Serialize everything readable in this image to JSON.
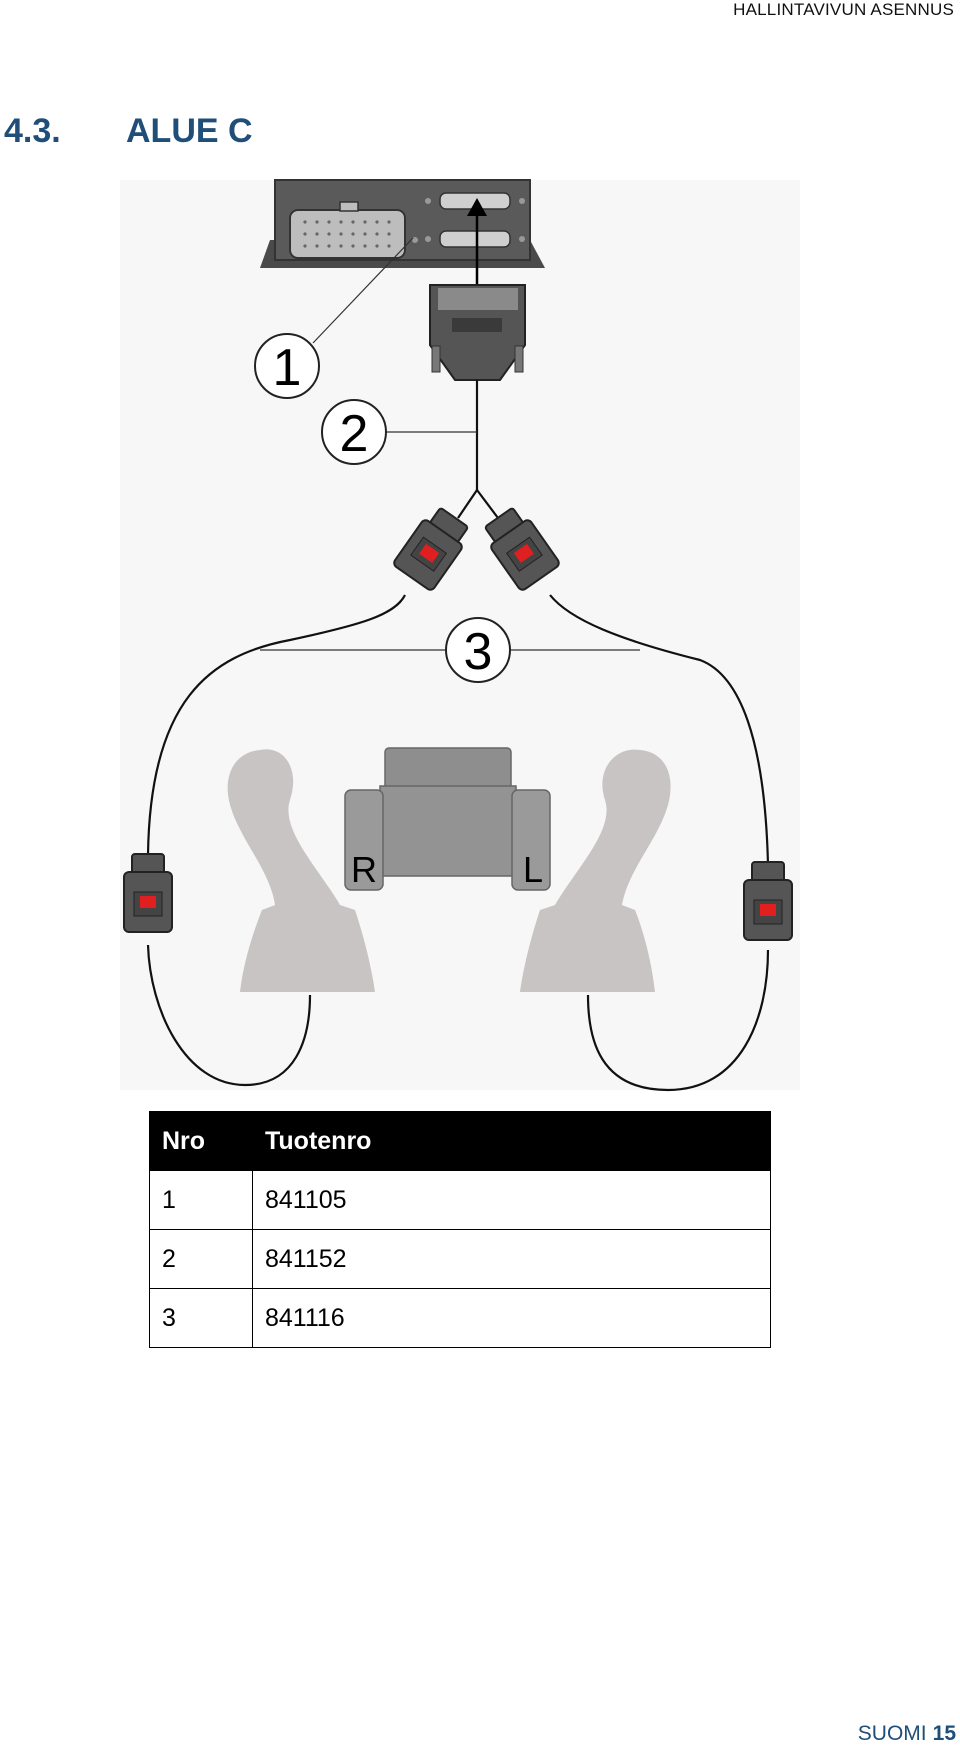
{
  "header": {
    "running_title": "HALLINTAVIVUN ASENNUS"
  },
  "section": {
    "number": "4.3.",
    "title": "ALUE C"
  },
  "diagram": {
    "callouts": [
      "1",
      "2",
      "3"
    ],
    "seat_labels": {
      "right": "R",
      "left": "L"
    }
  },
  "parts_table": {
    "headers": [
      "Nro",
      "Tuotenro"
    ],
    "rows": [
      {
        "nro": "1",
        "tuotenro": "841105"
      },
      {
        "nro": "2",
        "tuotenro": "841152"
      },
      {
        "nro": "3",
        "tuotenro": "841116"
      }
    ]
  },
  "footer": {
    "language": "SUOMI",
    "page": "15"
  },
  "colors": {
    "heading": "#1f4e79",
    "connector_red": "#e02020",
    "hardware_gray": "#5a5a5a"
  }
}
